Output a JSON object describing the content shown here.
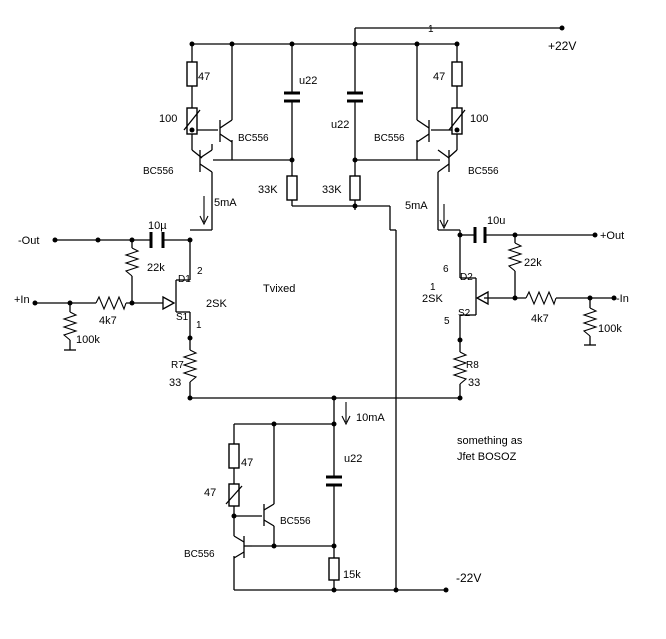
{
  "supply": {
    "pos": "+22V",
    "neg": "-22V"
  },
  "io": {
    "left_out": "-Out",
    "right_out": "+Out",
    "left_in": "+In",
    "right_in": "-In"
  },
  "resistors": {
    "r47": "47",
    "r100": "100",
    "r33k": "33K",
    "r22k": "22k",
    "r4k7": "4k7",
    "r100k": "100k",
    "r33": "33",
    "r15k": "15k",
    "r7": "R7",
    "r8": "R8"
  },
  "caps": {
    "u22": "u22",
    "c10u_left": "10µ",
    "c10u_right": "10u"
  },
  "transistors": {
    "bc556": "BC556",
    "jfet": "2SK"
  },
  "currents": {
    "i5": "5mA",
    "i10": "10mA"
  },
  "pins": {
    "d1": "D1",
    "s1": "S1",
    "d2": "D2",
    "s2": "S2",
    "p1": "1",
    "p2": "2",
    "p5": "5",
    "p6": "6"
  },
  "notes": {
    "center": "Tvixed",
    "line1": "something as",
    "line2": "Jfet BOSOZ"
  },
  "tick_mark": "1"
}
